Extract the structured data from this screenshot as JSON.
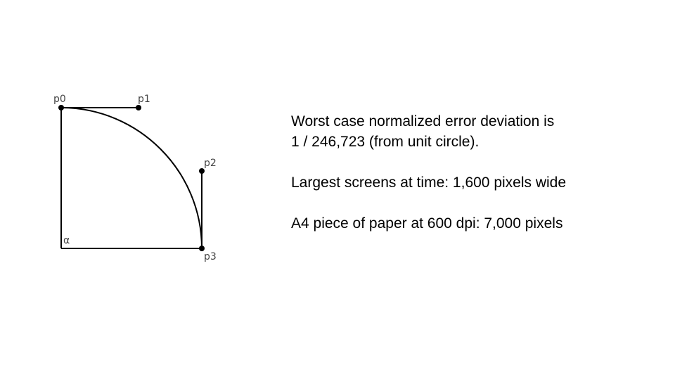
{
  "diagram": {
    "points": [
      {
        "id": "p0",
        "label": "p0"
      },
      {
        "id": "p1",
        "label": "p1"
      },
      {
        "id": "p2",
        "label": "p2"
      },
      {
        "id": "p3",
        "label": "p3"
      }
    ],
    "angle_label": "α",
    "stroke_color": "#000000",
    "label_color": "#444444"
  },
  "notes": {
    "line1": "Worst case normalized error deviation is",
    "line2": "1 / 246,723 (from unit circle).",
    "line3": "Largest screens at time: 1,600 pixels wide",
    "line4": "A4 piece of paper at 600 dpi: 7,000 pixels"
  }
}
